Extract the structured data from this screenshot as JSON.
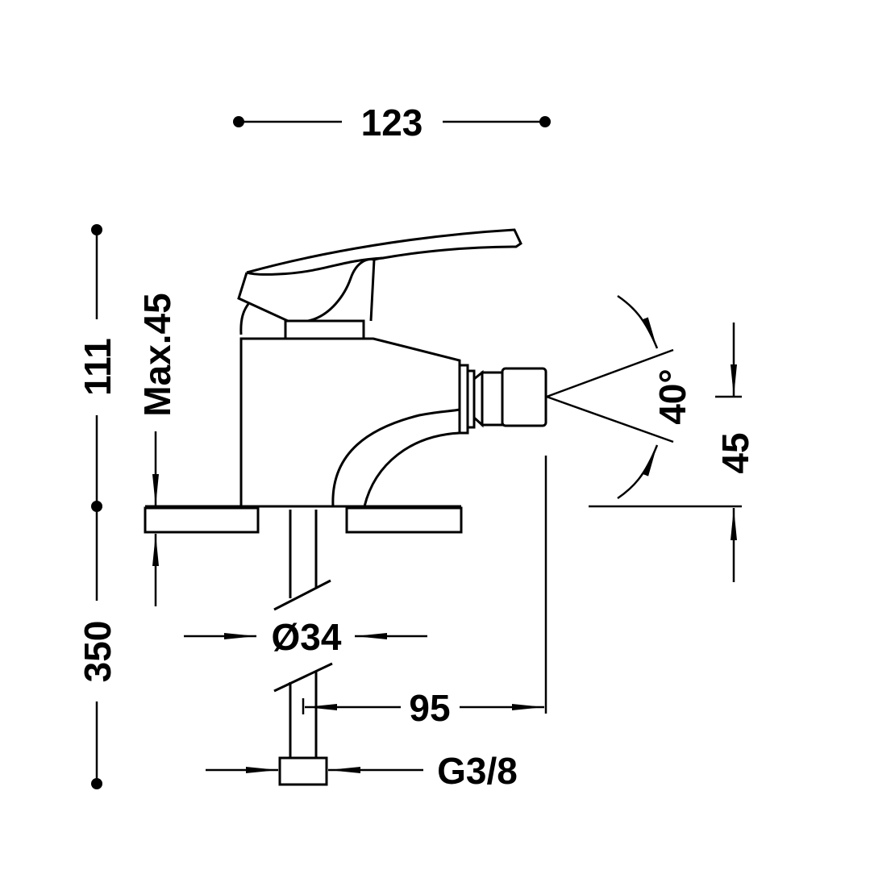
{
  "title": "Bidet mixer technical drawing",
  "dimensions": {
    "width_total": "123",
    "height_top": "111",
    "max_thickness": "Max.45",
    "height_below": "350",
    "diameter": "Ø34",
    "outlet_reach": "95",
    "thread": "G3/8",
    "spray_angle": "40°",
    "outlet_height": "45"
  },
  "colors": {
    "line": "#000000",
    "background": "#ffffff"
  }
}
